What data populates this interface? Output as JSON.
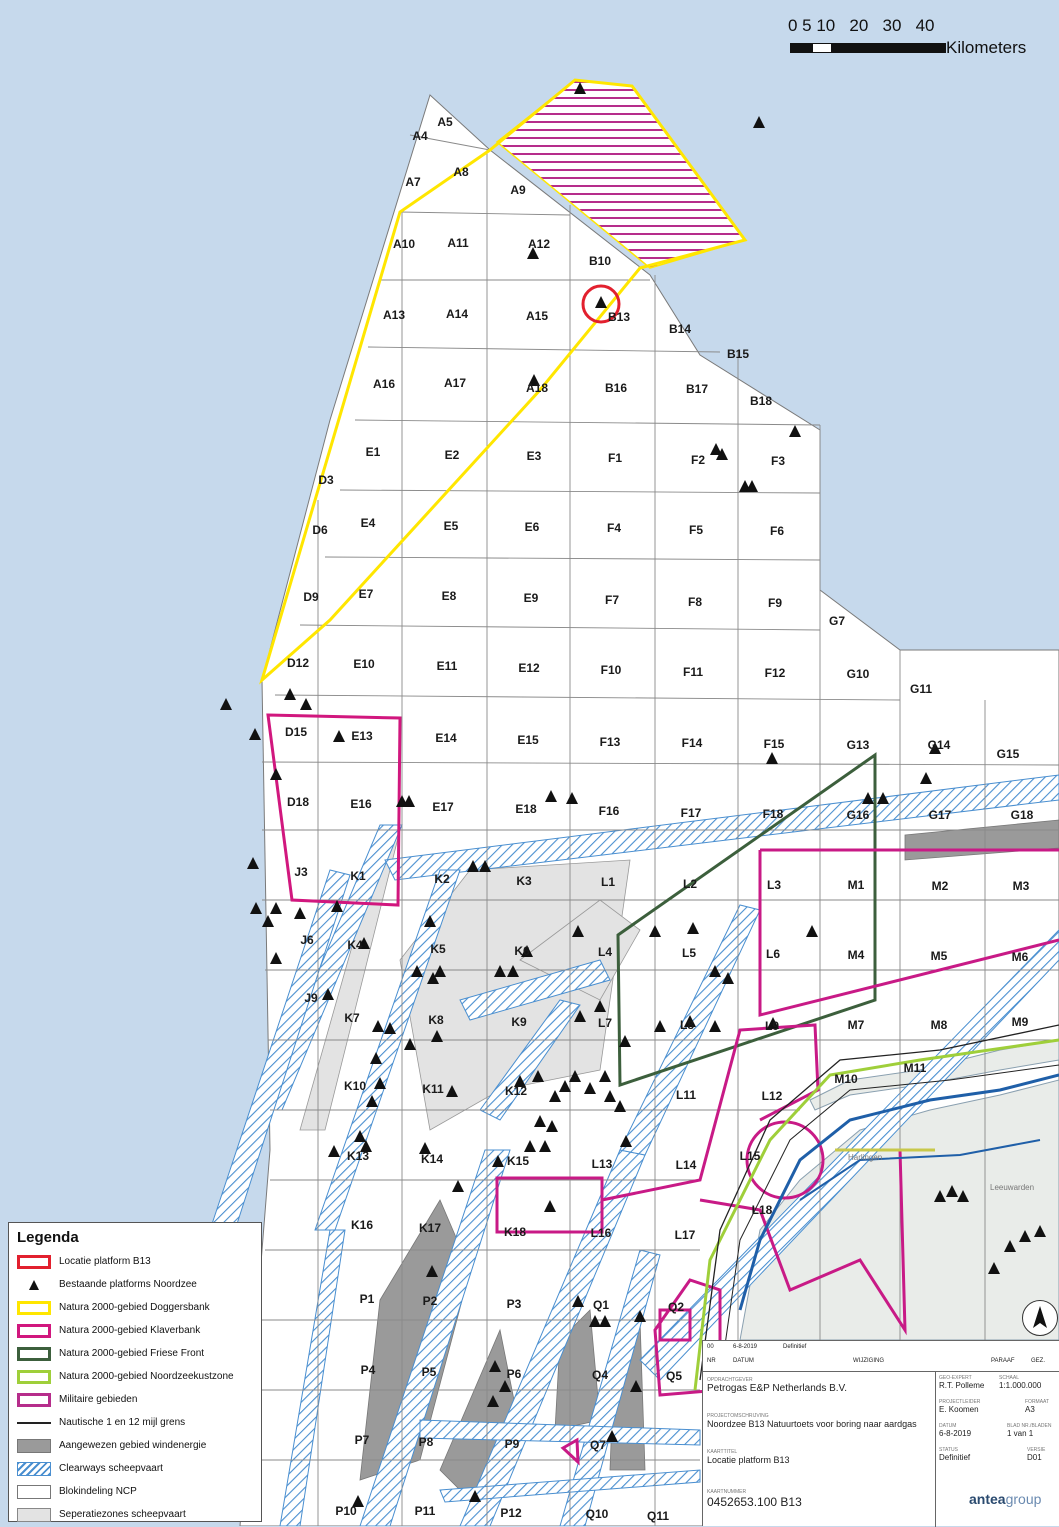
{
  "scalebar": {
    "numbers": "0 5 10   20   30   40",
    "unit": "Kilometers"
  },
  "legend": {
    "title": "Legenda",
    "items": [
      {
        "label": "Locatie platform B13",
        "kind": "red-outline"
      },
      {
        "label": "Bestaande platforms Noordzee",
        "kind": "triangle"
      },
      {
        "label": "Natura 2000-gebied Doggersbank",
        "kind": "yellow-outline"
      },
      {
        "label": "Natura 2000-gebied Klaverbank",
        "kind": "pink-outline"
      },
      {
        "label": "Natura 2000-gebied Friese Front",
        "kind": "green-outline"
      },
      {
        "label": "Natura 2000-gebied Noordzeekustzone",
        "kind": "lime-outline"
      },
      {
        "label": "Militaire gebieden",
        "kind": "magenta-outline"
      },
      {
        "label": "Nautische 1 en 12 mijl grens",
        "kind": "line"
      },
      {
        "label": "Aangewezen gebied windenergie",
        "kind": "gray-fill"
      },
      {
        "label": "Clearways scheepvaart",
        "kind": "hatch"
      },
      {
        "label": "Blokindeling NCP",
        "kind": "white-box"
      },
      {
        "label": "Seperatiezones scheepvaart",
        "kind": "lightgray-fill"
      }
    ]
  },
  "colors": {
    "sea": "#c6d9ec",
    "grid_area": "#ffffff",
    "doggersbank": "#ffe600",
    "klaverbank": "#d1177e",
    "friese_front": "#3c5f3c",
    "kustzone": "#9fcf3a",
    "military": "#b62d8b",
    "platform_location": "#e2202e",
    "clearway": "#4a8fd0",
    "windenergy": "#9a9a9a"
  },
  "blocks": [
    "A4",
    "A5",
    "A7",
    "A8",
    "A9",
    "A10",
    "A11",
    "A12",
    "A13",
    "A14",
    "A15",
    "A16",
    "A17",
    "A18",
    "B10",
    "B13",
    "B14",
    "B15",
    "B16",
    "B17",
    "B18",
    "D3",
    "D6",
    "D9",
    "D12",
    "D15",
    "D18",
    "E1",
    "E2",
    "E3",
    "E4",
    "E5",
    "E6",
    "E7",
    "E8",
    "E9",
    "E10",
    "E11",
    "E12",
    "E13",
    "E14",
    "E15",
    "E16",
    "E17",
    "E18",
    "F1",
    "F2",
    "F3",
    "F4",
    "F5",
    "F6",
    "F7",
    "F8",
    "F9",
    "F10",
    "F11",
    "F12",
    "F13",
    "F14",
    "F15",
    "F16",
    "F17",
    "F18",
    "G7",
    "G10",
    "G11",
    "G13",
    "G14",
    "G15",
    "G16",
    "G17",
    "G18",
    "J3",
    "J6",
    "J9",
    "K1",
    "K2",
    "K3",
    "K4",
    "K5",
    "K6",
    "K7",
    "K8",
    "K9",
    "K10",
    "K11",
    "K12",
    "K13",
    "K14",
    "K15",
    "K16",
    "K17",
    "K18",
    "L1",
    "L2",
    "L3",
    "L4",
    "L5",
    "L6",
    "L7",
    "L8",
    "L9",
    "L11",
    "L12",
    "L13",
    "L14",
    "L15",
    "L16",
    "L17",
    "L18",
    "M1",
    "M2",
    "M3",
    "M4",
    "M5",
    "M6",
    "M7",
    "M8",
    "M9",
    "M10",
    "M11",
    "P1",
    "P2",
    "P3",
    "P4",
    "P5",
    "P6",
    "P7",
    "P8",
    "P9",
    "P10",
    "P11",
    "P12",
    "Q1",
    "Q2",
    "Q4",
    "Q5",
    "Q7",
    "Q10",
    "Q11"
  ],
  "titleblock": {
    "rev1_nr": "00",
    "rev1_date": "6-8-2019",
    "rev1_desc": "Definitief",
    "rev2_nr": "NR",
    "rev2_date": "DATUM",
    "rev2_desc": "WIJZIGING",
    "rev_col1": "PARAAF",
    "rev_col2": "GEZ.",
    "client_label": "Opdrachtgever",
    "client": "Petrogas E&P Netherlands B.V.",
    "project_label": "Projectomschrijving",
    "project": "Noordzee B13 Natuurtoets voor boring naar aardgas",
    "title_label": "Kaarttitel",
    "title": "Locatie platform B13",
    "number_label": "Kaartnummer",
    "number": "0452653.100 B13",
    "drawer_label": "Geo-Expert",
    "drawer": "R.T. Polleme",
    "scale_label": "Schaal",
    "scale": "1:1.000.000",
    "leader_label": "Projectleider",
    "leader": "E. Koomen",
    "format_label": "Formaat",
    "format": "A3",
    "date_label": "Datum",
    "date": "6-8-2019",
    "sheet_label": "Blad nr./Bladen",
    "sheet": "1 van 1",
    "status_label": "Status",
    "status": "Definitief",
    "version_label": "Versie",
    "version": "D01",
    "logo_main": "antea",
    "logo_sub": "group"
  },
  "places": {
    "town1": "Harlingen",
    "town2": "Leeuwarden"
  }
}
